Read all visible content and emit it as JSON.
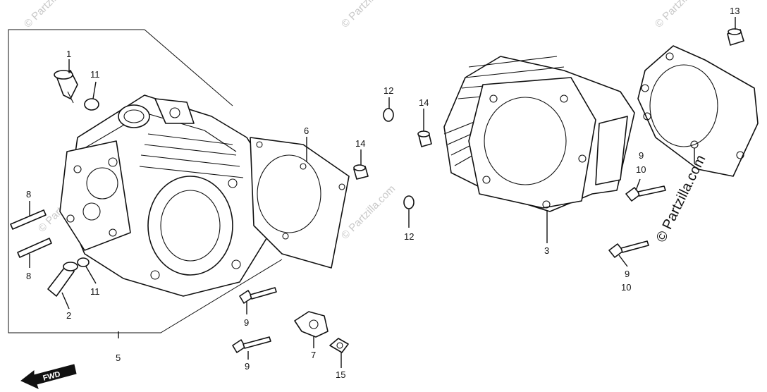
{
  "diagram": {
    "watermark": "© Partzilla.com",
    "copyright_text": "© Partzilla.com",
    "fwd_label": "FWD",
    "callouts": {
      "c1": "1",
      "c11a": "11",
      "c8a": "8",
      "c8b": "8",
      "c2": "2",
      "c11b": "11",
      "c5": "5",
      "c6": "6",
      "c14a": "14",
      "c12a": "12",
      "c14b": "14",
      "c12b": "12",
      "c9a": "9",
      "c9b": "9",
      "c7": "7",
      "c15": "15",
      "c3": "3",
      "c13": "13",
      "c9c": "9",
      "c10a": "10",
      "c9d": "9",
      "c10b": "10"
    }
  }
}
